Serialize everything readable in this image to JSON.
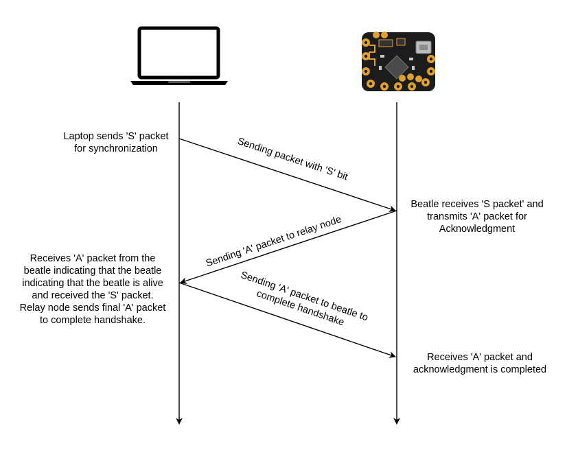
{
  "participants": [
    {
      "id": "laptop",
      "icon": "laptop-icon"
    },
    {
      "id": "beatle",
      "icon": "beetle-board-icon"
    }
  ],
  "notes": {
    "laptop_sync": [
      "Laptop sends 'S' packet",
      "for synchronization"
    ],
    "beatle_receives": [
      "Beatle receives 'S packet' and",
      "transmits 'A' packet for",
      "Acknowledgment"
    ],
    "relay_receives": [
      "Receives 'A' packet from the",
      "beatle indicating that the beatle",
      "indicating that the beatle is alive",
      "and received the 'S' packet.",
      "Relay node sends final 'A' packet",
      "to complete handshake."
    ],
    "beatle_final": [
      "Receives 'A'  packet and",
      "acknowledgment is completed"
    ]
  },
  "messages": [
    {
      "from": "laptop",
      "to": "beatle",
      "label": [
        "Sending packet with 'S' bit"
      ]
    },
    {
      "from": "beatle",
      "to": "laptop",
      "label": [
        "Sending 'A' packet to relay node"
      ]
    },
    {
      "from": "laptop",
      "to": "beatle",
      "label": [
        "Sending 'A' packet to beatle to",
        "complete handshake"
      ]
    }
  ],
  "colors": {
    "line": "#000000",
    "pcb": "#1c1c1c",
    "pads": "#e0a030",
    "chip": "#4a4a4a"
  }
}
